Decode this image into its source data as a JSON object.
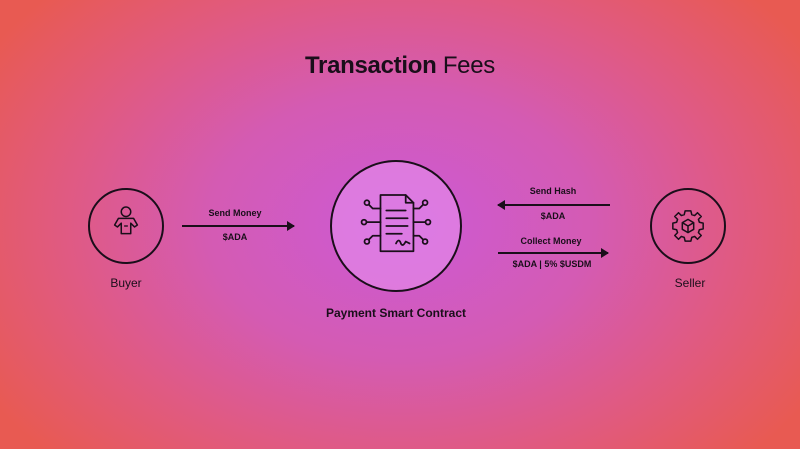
{
  "title": {
    "bold": "Transaction",
    "light": "Fees"
  },
  "nodes": {
    "buyer": "Buyer",
    "contract": "Payment Smart Contract",
    "seller": "Seller"
  },
  "edges": {
    "send_money": {
      "label": "Send Money",
      "amount": "$ADA"
    },
    "send_hash": {
      "label": "Send Hash",
      "amount": "$ADA"
    },
    "collect_money": {
      "label": "Collect Money",
      "amount": "$ADA | 5% $USDM"
    }
  },
  "icons": {
    "buyer": "person-icon",
    "contract": "document-circuit-icon",
    "seller": "gear-cube-icon"
  }
}
